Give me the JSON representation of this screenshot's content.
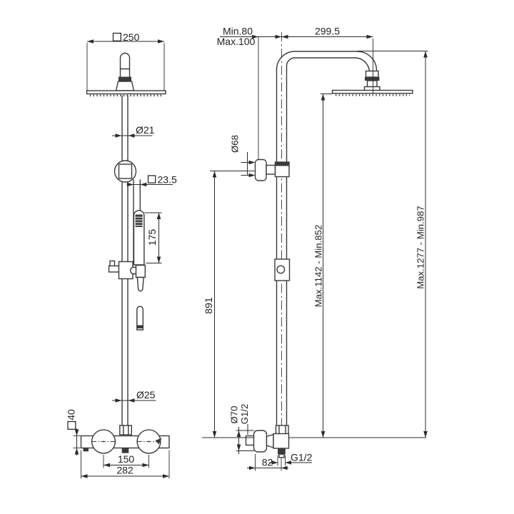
{
  "meta": {
    "background_color": "#ffffff",
    "line_color": "#3a3a3a",
    "dimension_color": "#2b2b2b",
    "text_color": "#1f1f1f",
    "drawing_type": "shower-column-technical-drawing"
  },
  "front_view": {
    "labels": {
      "head_width": "250",
      "pipe_upper_diameter": "Ø21",
      "rail_size": "23.5",
      "handshower_length": "175",
      "pipe_lower_diameter": "Ø25",
      "valve_height": "40",
      "inlet_spacing": "150",
      "valve_width": "282"
    }
  },
  "side_view": {
    "labels": {
      "wall_distance_min": "Min.80",
      "wall_distance_max": "Max.100",
      "arm_reach": "299.5",
      "bracket_diameter": "Ø68",
      "bracket_to_valve_height": "891",
      "head_height_range": "Max.1142 - Min.852",
      "total_height_range": "Max.1277 - Min.987",
      "escutcheon_diameter": "Ø70",
      "inlet_thread": "G1/2",
      "outlet_thread": "G1/2",
      "wall_to_outlet": "82"
    }
  }
}
